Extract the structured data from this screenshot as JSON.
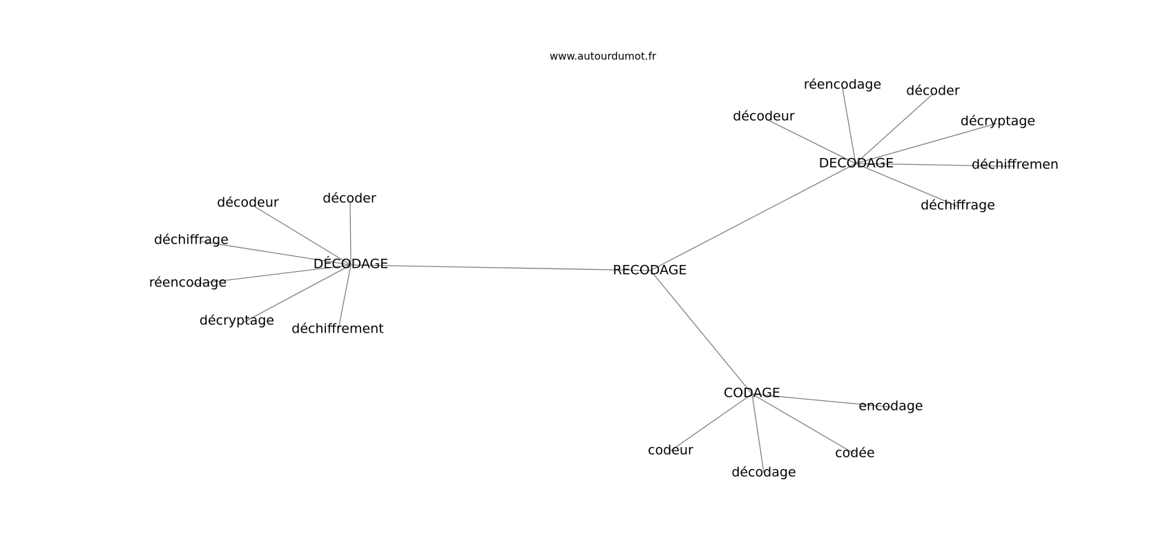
{
  "source": "www.autourdumot.fr",
  "colors": {
    "edge": "#808080",
    "text": "#000000",
    "background": "#ffffff"
  },
  "nodes": {
    "recodage": "RECODAGE",
    "decodage_accent": "DÉCODAGE",
    "decodage_plain": "DECODAGE",
    "codage": "CODAGE",
    "left_decodeur": "décodeur",
    "left_decoder": "décoder",
    "left_dechiffrage": "déchiffrage",
    "left_reencodage": "réencodage",
    "left_decryptage": "décryptage",
    "left_dechiffrement": "déchiffrement",
    "right_reencodage": "réencodage",
    "right_decoder": "décoder",
    "right_decodeur": "décodeur",
    "right_decryptage": "décryptage",
    "right_dechiffremen": "déchiffremen",
    "right_dechiffrage": "déchiffrage",
    "codage_encodage": "encodage",
    "codage_codeur": "codeur",
    "codage_codee": "codée",
    "codage_decodage": "décodage"
  }
}
